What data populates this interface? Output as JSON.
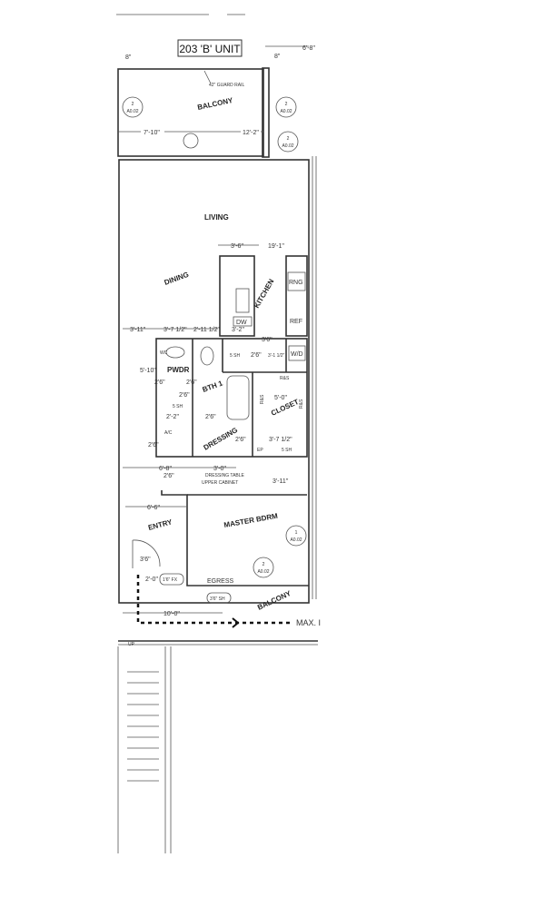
{
  "title": "203 'B' UNIT",
  "rooms": {
    "balcony_top": "BALCONY",
    "living": "LIVING",
    "dining": "DINING",
    "kitchen": "KITCHEN",
    "pwdr": "PWDR",
    "bth1": "BTH 1",
    "closet": "CLOSET",
    "dressing": "DRESSING",
    "entry": "ENTRY",
    "master": "MASTER BDRM",
    "balcony_bottom": "BALCONY"
  },
  "notes": {
    "guard_rail": "42\" GUARD RAIL",
    "dressing_table": "DRESSING TABLE",
    "upper_cabinet": "UPPER CABINET",
    "egress": "EGRESS",
    "max": "MAX. I",
    "up": "UP"
  },
  "appliances": {
    "rng": "RNG",
    "dw": "DW",
    "ref": "REF",
    "wd": "W/D",
    "ac": "A/C",
    "ep": "EP",
    "wc": "WC"
  },
  "dimensions": {
    "d8_left": "8\"",
    "d6_8": "6'-8\"",
    "d8_right": "8\"",
    "d7_10": "7'-10\"",
    "d12_2": "12'-2\"",
    "d3_6": "3'-6\"",
    "d19_1": "19'-1\"",
    "d3_11a": "3'-11\"",
    "d3_7half": "3'-7 1/2\"",
    "d2_11half": "2'-11 1/2\"",
    "d3_2": "3'-2\"",
    "d3_1half": "3'-1 1/2\"",
    "d5_10": "5'-10\"",
    "d2_2": "2'-2\"",
    "d5_0": "5'-0\"",
    "d3_7half_b": "3'-7 1/2\"",
    "d6_8b": "6'-8\"",
    "d3_0": "3'-0\"",
    "d3_11b": "3'-11\"",
    "d6_6": "6'-6\"",
    "d2_0": "2'-0\"",
    "d10_0": "10'-0\""
  },
  "doors": {
    "k36": "3'6\"",
    "b26a": "2'6\"",
    "p26": "2'6\"",
    "b26b": "2'6\"",
    "b26c": "2'6\"",
    "b26d": "2'6\"",
    "ac26": "2'6\"",
    "c26": "2'6\"",
    "e26": "2'6\"",
    "entry36": "3'6\""
  },
  "shelves": {
    "s1": "5 SH",
    "s2": "5 SH",
    "s3": "5 SH",
    "rs1": "R&S",
    "rs2": "R&S",
    "rs3": "R&S"
  },
  "windows": {
    "fx": "1'6\" FX",
    "sh": "3'6\" SH"
  },
  "callouts": [
    {
      "num": "2",
      "sheet": "A0.02"
    },
    {
      "num": "2",
      "sheet": "A0.02"
    },
    {
      "num": "2",
      "sheet": "A0.02"
    },
    {
      "num": "1",
      "sheet": "A0.02"
    },
    {
      "num": "2",
      "sheet": "A0.02"
    }
  ]
}
